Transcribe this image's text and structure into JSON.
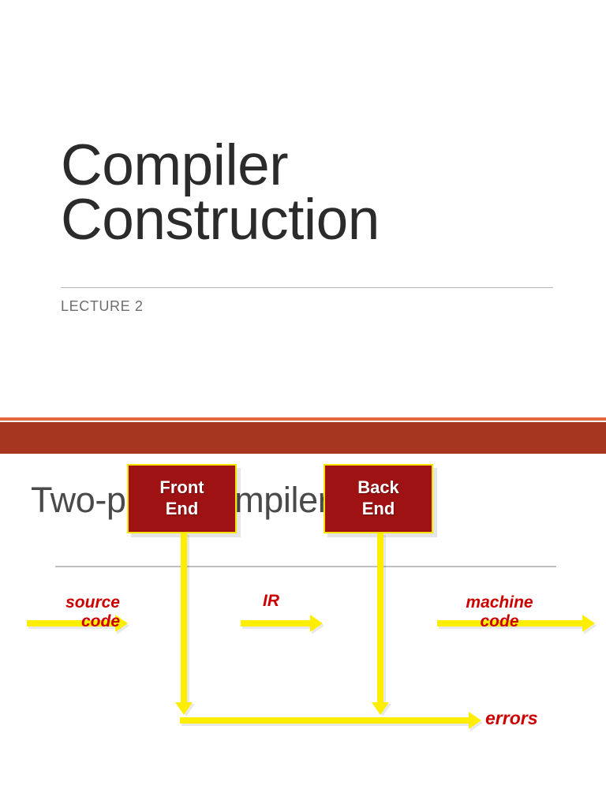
{
  "slides": [
    {
      "id": "title-slide",
      "title": "Compiler\nConstruction",
      "subtitle": "LECTURE 2"
    },
    {
      "id": "content-slide",
      "heading": "Two-pass Compiler"
    }
  ],
  "theme": {
    "band_accent_light": "#e2683c",
    "band_accent_main": "#a63620",
    "title_color": "#2b2b2b",
    "subtitle_color": "#6e6e6e",
    "heading_color": "#4a4a4a",
    "rule_color": "#b6b6b6",
    "box_fill": "#9e1214",
    "box_border": "#f7e400",
    "box_text": "#ffffff",
    "arrow_color": "#ffee00",
    "label_color": "#cc0000"
  },
  "diagram": {
    "name": "two-pass-compiler-flow",
    "boxes": [
      {
        "id": "front-end",
        "label": "Front\nEnd",
        "line1": "Front",
        "line2": "End"
      },
      {
        "id": "back-end",
        "label": "Back\nEnd",
        "line1": "Back",
        "line2": "End"
      }
    ],
    "labels": {
      "source_code": "source\ncode",
      "ir": "IR",
      "machine_code": "machine\ncode",
      "errors": "errors"
    },
    "flows": [
      {
        "from": "source",
        "to": "front-end",
        "label": "source code"
      },
      {
        "from": "front-end",
        "to": "back-end",
        "label": "IR"
      },
      {
        "from": "back-end",
        "to": "output",
        "label": "machine code"
      },
      {
        "from": "front-end",
        "to": "errors",
        "label": "errors"
      },
      {
        "from": "back-end",
        "to": "errors",
        "label": "errors"
      }
    ]
  }
}
